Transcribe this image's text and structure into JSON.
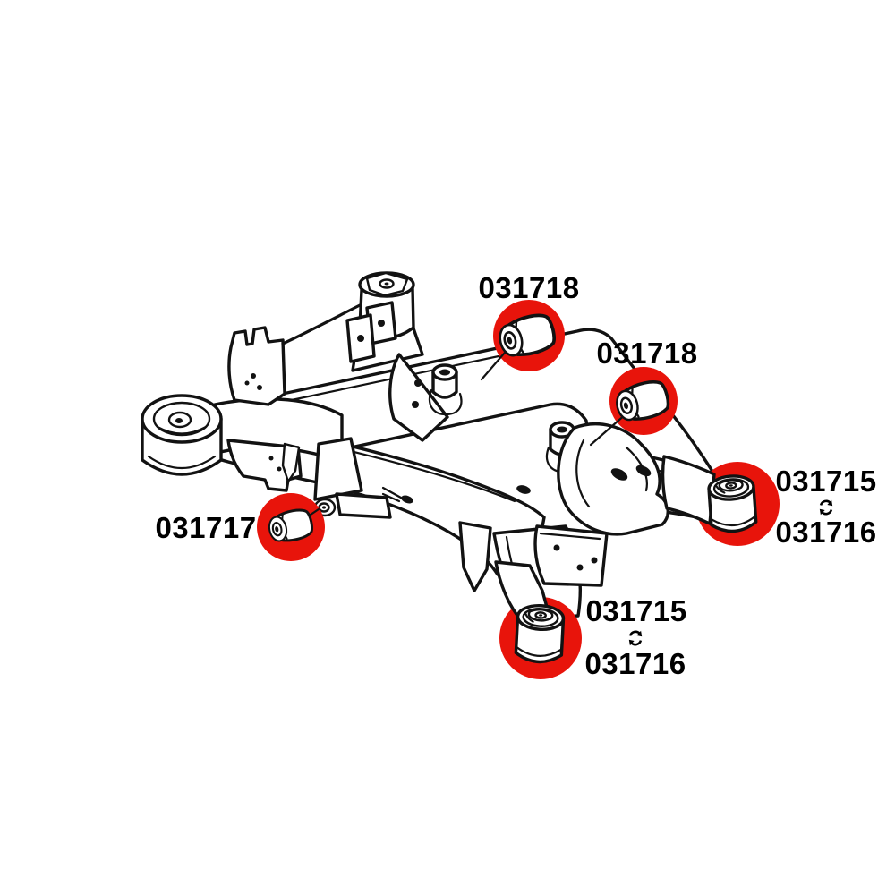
{
  "diagram": {
    "description": "Rear axle subframe line drawing with highlighted bushing mounting positions",
    "colors": {
      "highlight": "#e8140b",
      "line": "#121212",
      "background": "#ffffff"
    },
    "callouts": {
      "c1": {
        "part": "031718"
      },
      "c2": {
        "part": "031718"
      },
      "c3": {
        "part_top": "031715",
        "part_bottom": "031716",
        "interchange": "yes"
      },
      "c4": {
        "part": "031717"
      },
      "c5": {
        "part_top": "031715",
        "part_bottom": "031716",
        "interchange": "yes"
      }
    }
  }
}
